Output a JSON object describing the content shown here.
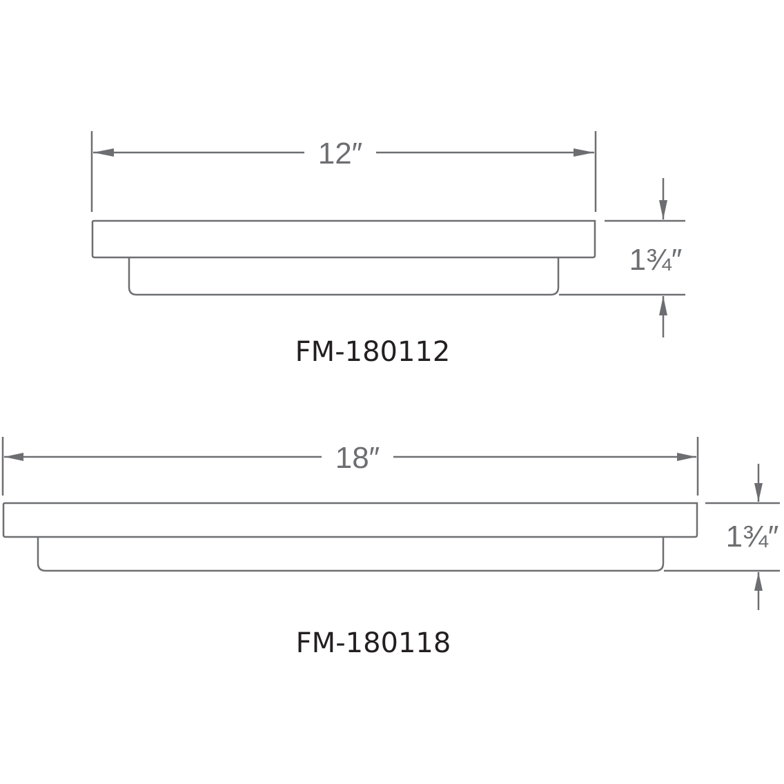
{
  "drawings": [
    {
      "model": "FM-180112",
      "width_label": "12″",
      "height_label": "1¾″"
    },
    {
      "model": "FM-180118",
      "width_label": "18″",
      "height_label": "1¾″"
    }
  ],
  "colors": {
    "line": "#6d6e71",
    "label": "#231f20",
    "background": "#ffffff"
  }
}
